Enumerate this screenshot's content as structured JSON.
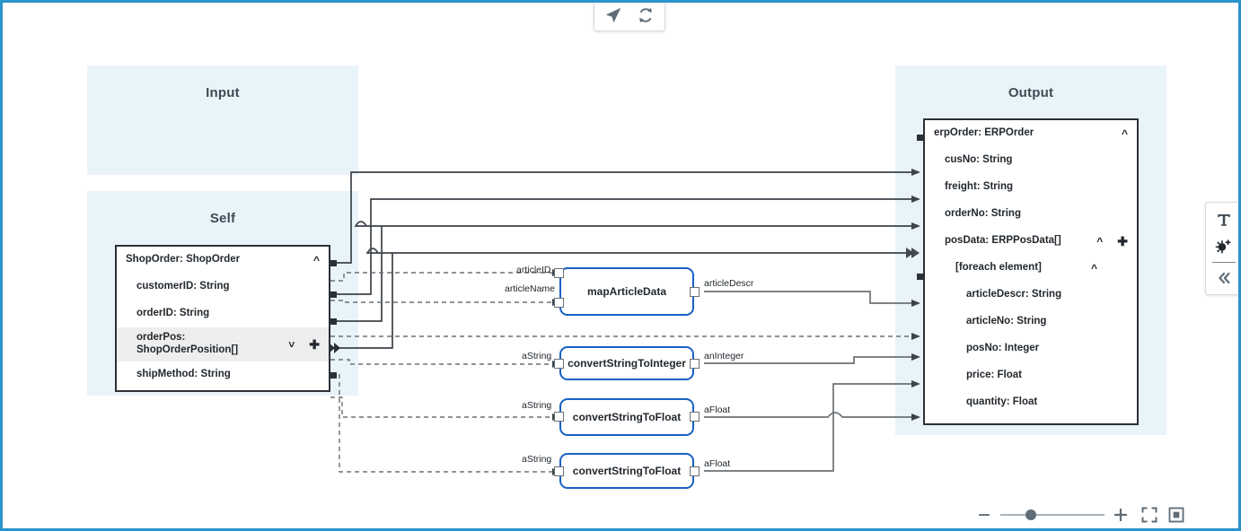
{
  "canvas": {
    "border_color": "#2b93cc",
    "background": "#ffffff"
  },
  "panels": [
    {
      "id": "input",
      "title": "Input"
    },
    {
      "id": "self",
      "title": "Self"
    },
    {
      "id": "output",
      "title": "Output"
    }
  ],
  "self_node": {
    "header": "ShopOrder: ShopOrder",
    "collapse_icon": "chevron-up",
    "rows": [
      {
        "label": "customerID: String",
        "indent": 1,
        "selected": false,
        "controls": []
      },
      {
        "label": "orderID: String",
        "indent": 1,
        "selected": false,
        "controls": []
      },
      {
        "label": "orderPos:",
        "label2": "ShopOrderPosition[]",
        "indent": 1,
        "selected": true,
        "controls": [
          "chevron-down",
          "plus"
        ]
      },
      {
        "label": "shipMethod: String",
        "indent": 1,
        "selected": false,
        "controls": []
      }
    ]
  },
  "output_node": {
    "header": "erpOrder: ERPOrder",
    "collapse_icon": "chevron-up",
    "rows": [
      {
        "label": "cusNo: String",
        "indent": 1,
        "controls": []
      },
      {
        "label": "freight: String",
        "indent": 1,
        "controls": []
      },
      {
        "label": "orderNo: String",
        "indent": 1,
        "controls": []
      },
      {
        "label": "posData: ERPPosData[]",
        "indent": 1,
        "controls": [
          "chevron-up",
          "plus"
        ]
      },
      {
        "label": "[foreach element]",
        "indent": 2,
        "controls": [
          "chevron-up"
        ]
      },
      {
        "label": "articleDescr: String",
        "indent": 3,
        "controls": []
      },
      {
        "label": "articleNo: String",
        "indent": 3,
        "controls": []
      },
      {
        "label": "posNo: Integer",
        "indent": 3,
        "controls": []
      },
      {
        "label": "price: Float",
        "indent": 3,
        "controls": []
      },
      {
        "label": "quantity: Float",
        "indent": 3,
        "controls": []
      }
    ]
  },
  "function_nodes": [
    {
      "id": "fn-map",
      "title": "mapArticleData",
      "inputs": [
        "articleID",
        "articleName"
      ],
      "outputs": [
        "articleDescr"
      ]
    },
    {
      "id": "fn-int",
      "title": "convertStringToInteger",
      "inputs": [
        "aString"
      ],
      "outputs": [
        "anInteger"
      ]
    },
    {
      "id": "fn-float1",
      "title": "convertStringToFloat",
      "inputs": [
        "aString"
      ],
      "outputs": [
        "aFloat"
      ]
    },
    {
      "id": "fn-float2",
      "title": "convertStringToFloat",
      "inputs": [
        "aString"
      ],
      "outputs": [
        "aFloat"
      ]
    }
  ],
  "toolbars": {
    "top": [
      {
        "name": "navigate-icon",
        "label": "Navigate"
      },
      {
        "name": "refresh-icon",
        "label": "Refresh"
      }
    ],
    "right": [
      {
        "name": "text-icon",
        "label": "T"
      },
      {
        "name": "add-node-icon",
        "label": "Add node"
      },
      {
        "name": "collapse-icon",
        "label": "«"
      }
    ],
    "bottom": {
      "zoom_out_label": "−",
      "zoom_in_label": "+",
      "fit_screen_label": "Fit to screen",
      "center_label": "Center",
      "zoom_value": 24
    }
  },
  "colors": {
    "panel_bg": "#e9f3fa",
    "node_border": "#2b3137",
    "function_border": "#1961c4",
    "wire": "#6b7176",
    "accent": "#2b93cc"
  }
}
